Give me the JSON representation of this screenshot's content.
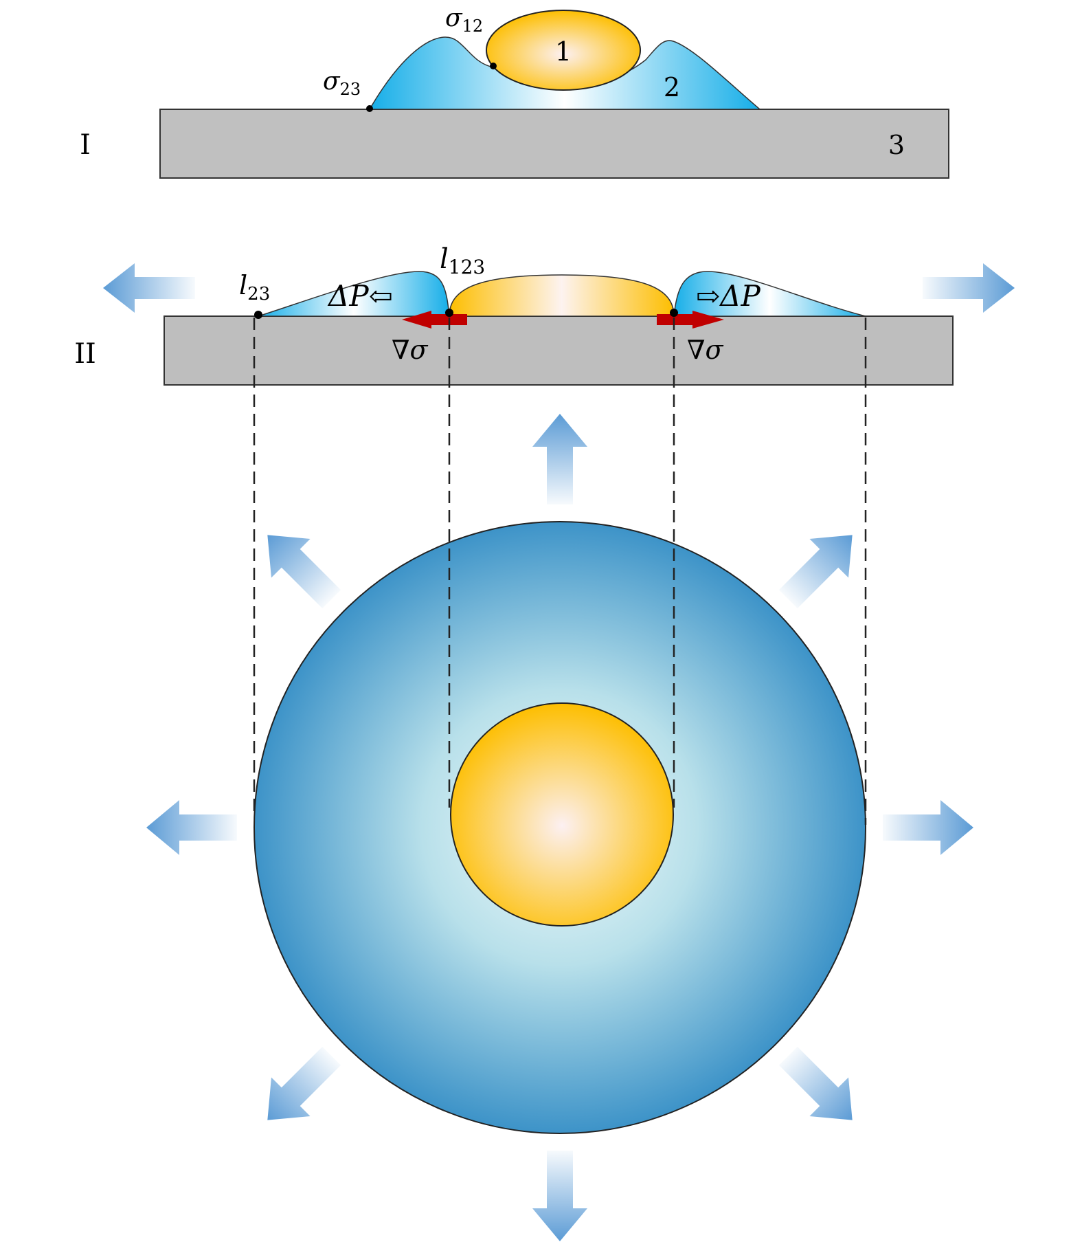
{
  "panel_I": {
    "label": "I",
    "sigma12": {
      "main": "σ",
      "sub": "12"
    },
    "sigma23": {
      "main": "σ",
      "sub": "23"
    },
    "phase1": "1",
    "phase2": "2",
    "phase3": "3"
  },
  "panel_II": {
    "label": "II",
    "l23": {
      "main": "l",
      "sub": "23"
    },
    "l123": {
      "main": "l",
      "sub": "123"
    },
    "deltaP_left": "ΔP⇦",
    "deltaP_right": "⇨ΔP",
    "grad_sigma_left": "∇σ",
    "grad_sigma_right": "∇σ"
  },
  "colors": {
    "liquid_blue": "#1aaee6",
    "circle_blue": "#3d93c8",
    "drop_yellow": "#fdbe00",
    "substrate_gray": "#c0c0c0",
    "force_red": "#c00000",
    "spread_arrow_blue": "#5b9bd5"
  },
  "spread_arrow_directions_deg": [
    0,
    45,
    90,
    135,
    180,
    225,
    270,
    315
  ]
}
